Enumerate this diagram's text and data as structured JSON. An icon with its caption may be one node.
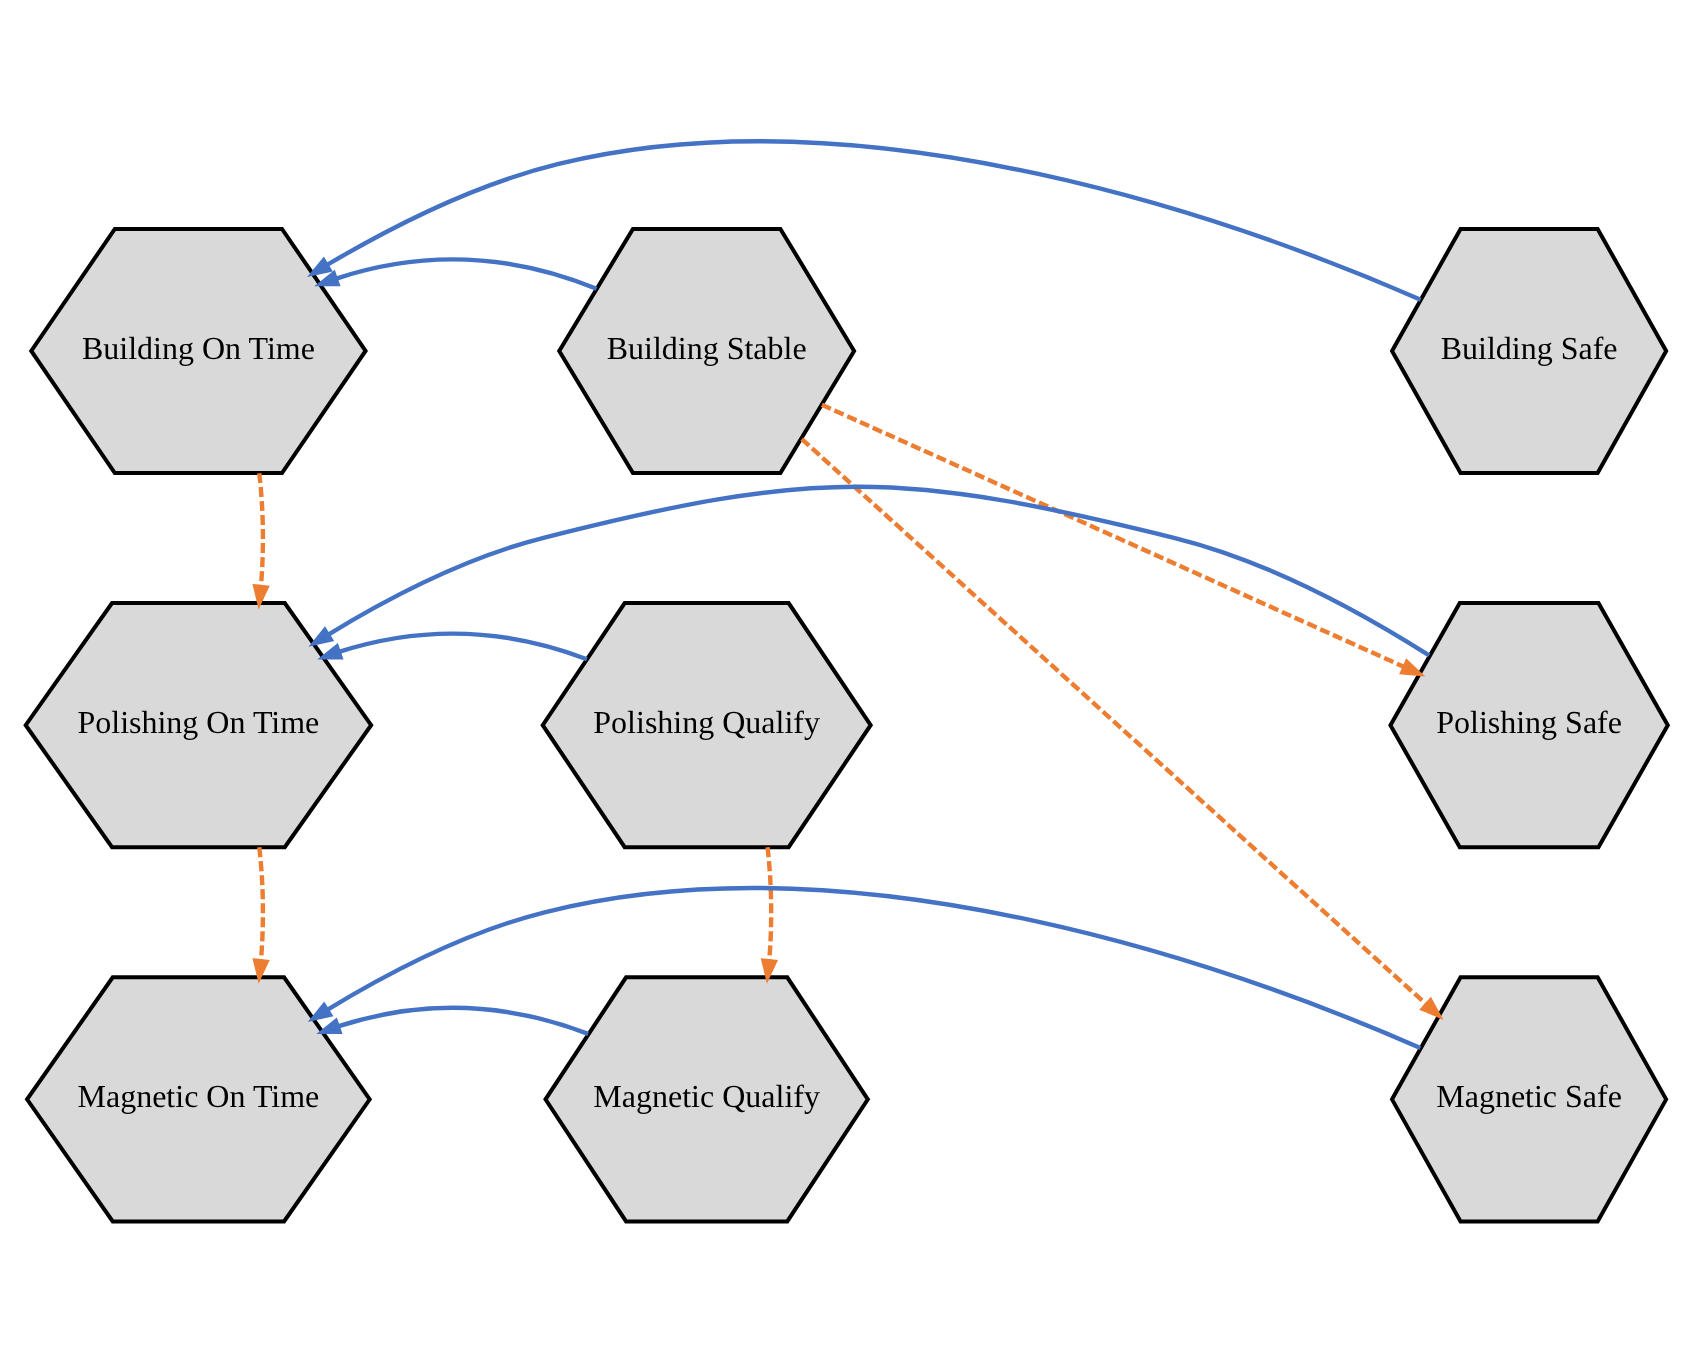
{
  "diagram": {
    "nodes": [
      {
        "text": [
          "Building On Time"
        ]
      },
      {
        "text": [
          "Building Stable"
        ]
      },
      {
        "text": [
          "Building Safe"
        ]
      },
      {
        "text": [
          "Polishing On Time"
        ]
      },
      {
        "text": [
          "Polishing Qualify"
        ]
      },
      {
        "text": [
          "Polishing Safe"
        ]
      },
      {
        "text": [
          "Magnetic On Time"
        ]
      },
      {
        "text": [
          "Magnetic Qualify"
        ]
      },
      {
        "text": [
          "Magnetic Safe"
        ]
      }
    ],
    "edges": [
      {
        "from": 2,
        "to": 0,
        "arrow": "to"
      },
      {
        "from": 1,
        "to": 0,
        "arrow": "to"
      },
      {
        "from": 0,
        "to": 3,
        "arrow": "to",
        "style": "dashed",
        "color": "#ed7d31"
      },
      {
        "from": 1,
        "to": 5,
        "arrow": "to",
        "style": "dashed",
        "color": "#ed7d31"
      },
      {
        "from": 1,
        "to": 8,
        "arrow": "to",
        "style": "dashed",
        "color": "#ed7d31"
      },
      {
        "from": 5,
        "to": 3,
        "arrow": "to"
      },
      {
        "from": 4,
        "to": 3,
        "arrow": "to"
      },
      {
        "from": 3,
        "to": 6,
        "arrow": "to",
        "style": "dashed",
        "color": "#ed7d31"
      },
      {
        "from": 4,
        "to": 7,
        "arrow": "to",
        "style": "dashed",
        "color": "#ed7d31"
      },
      {
        "from": 8,
        "to": 6,
        "arrow": "to"
      },
      {
        "from": 7,
        "to": 6,
        "arrow": "to"
      }
    ]
  }
}
